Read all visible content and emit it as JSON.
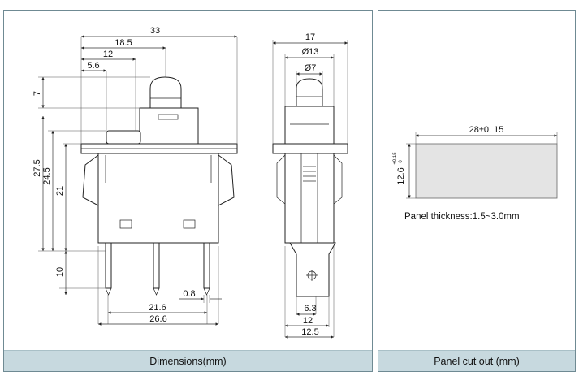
{
  "left_panel": {
    "caption": "Dimensions(mm)",
    "dims": {
      "d33": "33",
      "d18_5": "18.5",
      "d12": "12",
      "d5_6": "5.6",
      "d7": "7",
      "d27_5": "27.5",
      "d24_5": "24.5",
      "d21": "21",
      "d10": "10",
      "d21_6": "21.6",
      "d0_8": "0.8",
      "d26_6": "26.6",
      "d17": "17",
      "d13": "Ø13",
      "d7dia": "Ø7",
      "d6_3": "6.3",
      "d12b": "12",
      "d12_5": "12.5"
    }
  },
  "right_panel": {
    "caption": "Panel cut out (mm)",
    "width_label": "28±0. 15",
    "height_label": "12.6",
    "height_tol_plus": "+0.15",
    "height_tol_minus": "0",
    "thickness_note": "Panel thickness:1.5~3.0mm"
  }
}
